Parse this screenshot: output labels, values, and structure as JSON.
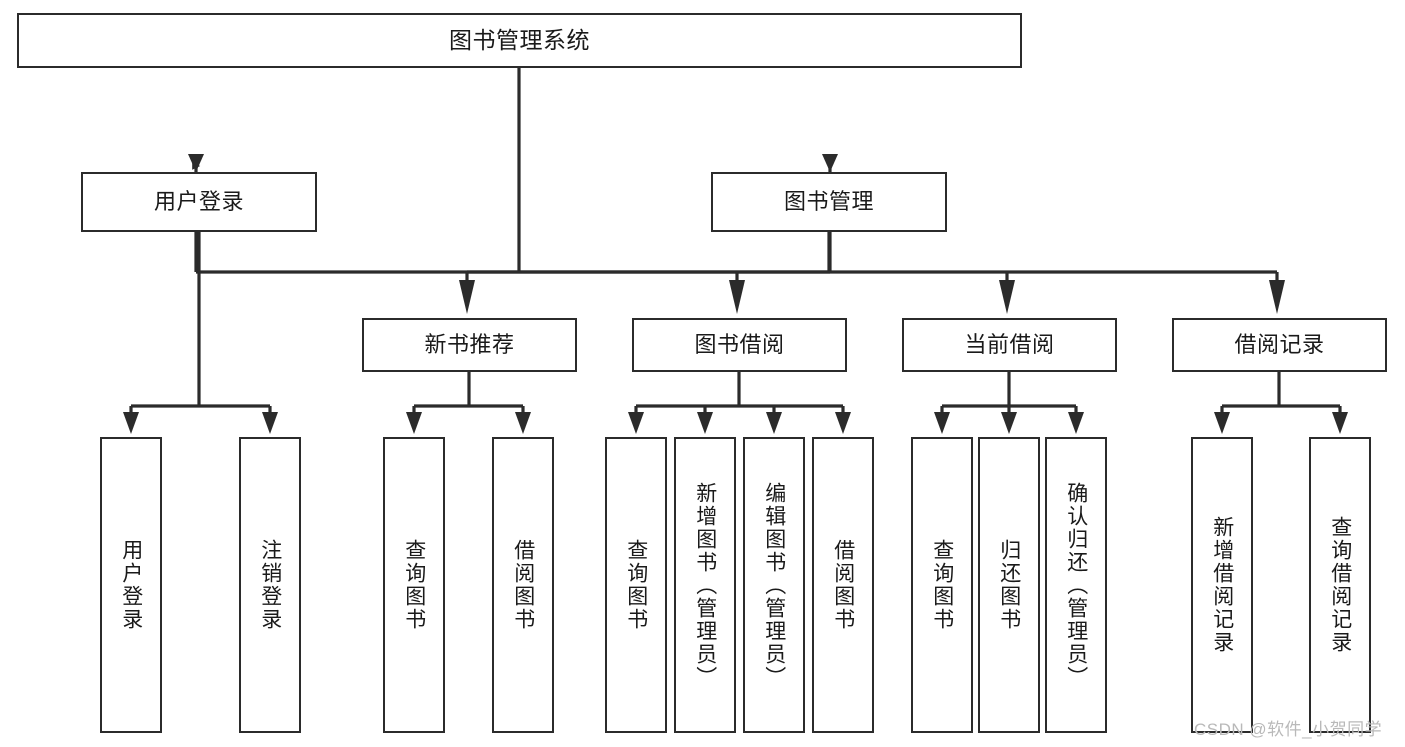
{
  "diagram": {
    "title": "图书管理系统",
    "type": "tree-hierarchy-chart",
    "watermark": "CSDN @软件_小贺同学",
    "colors": {
      "box_border": "#2b2b2b",
      "box_fill": "#ffffff",
      "edge": "#2b2b2b",
      "text": "#1a1a1a",
      "watermark": "#b9b9b9",
      "background": "#ffffff"
    },
    "nodes": {
      "root": {
        "label": "图书管理系统"
      },
      "level2": [
        {
          "id": "user-login",
          "label": "用户登录"
        },
        {
          "id": "book-manage",
          "label": "图书管理"
        }
      ],
      "level3": [
        {
          "id": "new-book-recommend",
          "label": "新书推荐"
        },
        {
          "id": "book-borrow",
          "label": "图书借阅"
        },
        {
          "id": "current-borrow",
          "label": "当前借阅"
        },
        {
          "id": "borrow-record",
          "label": "借阅记录"
        }
      ],
      "leaves": {
        "user-login": [
          {
            "id": "leaf-user-login",
            "label": "用户登录"
          },
          {
            "id": "leaf-user-logout",
            "label": "注销登录"
          }
        ],
        "new-book-recommend": [
          {
            "id": "leaf-query-book-1",
            "label": "查询图书"
          },
          {
            "id": "leaf-borrow-book-1",
            "label": "借阅图书"
          }
        ],
        "book-borrow": [
          {
            "id": "leaf-query-book-2",
            "label": "查询图书"
          },
          {
            "id": "leaf-add-book",
            "label": "新增图书（管理员）"
          },
          {
            "id": "leaf-edit-book",
            "label": "编辑图书（管理员）"
          },
          {
            "id": "leaf-borrow-book-2",
            "label": "借阅图书"
          }
        ],
        "current-borrow": [
          {
            "id": "leaf-query-book-3",
            "label": "查询图书"
          },
          {
            "id": "leaf-return-book",
            "label": "归还图书"
          },
          {
            "id": "leaf-confirm-return",
            "label": "确认归还（管理员）"
          }
        ],
        "borrow-record": [
          {
            "id": "leaf-add-borrow-record",
            "label": "新增借阅记录"
          },
          {
            "id": "leaf-query-borrow-record",
            "label": "查询借阅记录"
          }
        ]
      }
    }
  }
}
